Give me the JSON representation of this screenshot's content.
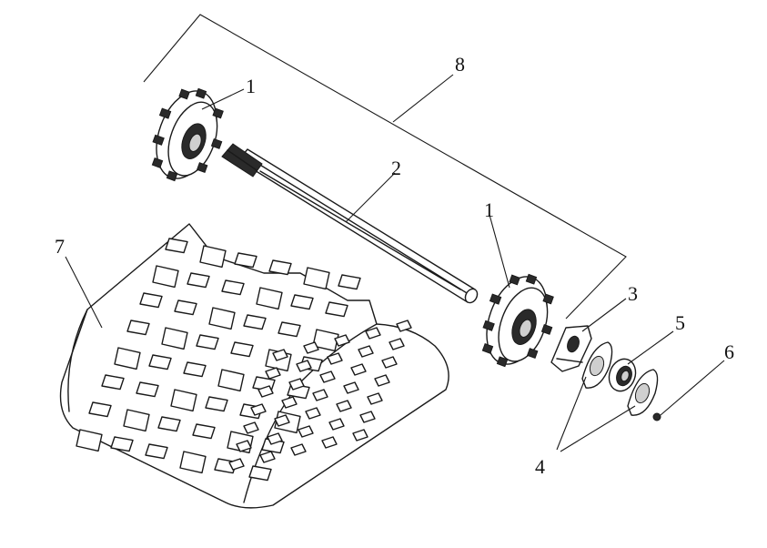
{
  "diagram": {
    "callouts": [
      {
        "id": "c1a",
        "text": "1"
      },
      {
        "id": "c1b",
        "text": "1"
      },
      {
        "id": "c2",
        "text": "2"
      },
      {
        "id": "c3",
        "text": "3"
      },
      {
        "id": "c4",
        "text": "4"
      },
      {
        "id": "c5",
        "text": "5"
      },
      {
        "id": "c6",
        "text": "6"
      },
      {
        "id": "c7",
        "text": "7"
      },
      {
        "id": "c8",
        "text": "8"
      }
    ]
  }
}
